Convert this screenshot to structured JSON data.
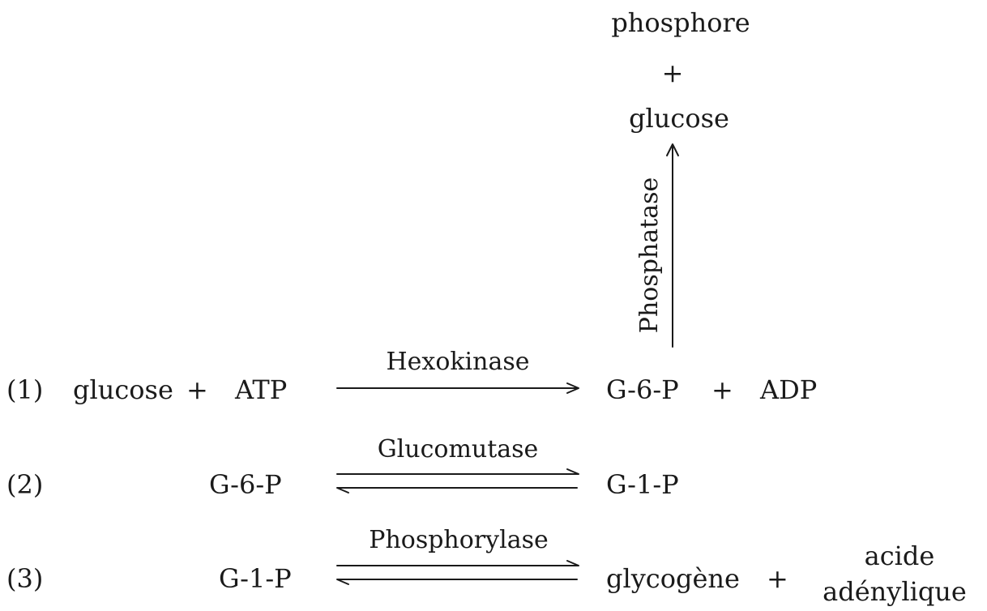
{
  "top": {
    "product_1": "phosphore",
    "plus": "+",
    "product_2": "glucose",
    "enzyme": "Phosphatase"
  },
  "reactions": [
    {
      "number": "(1)",
      "left_a": "glucose",
      "plus_left": "+",
      "left_b": "ATP",
      "enzyme": "Hexokinase",
      "right_a": "G-6-P",
      "plus_right": "+",
      "right_b": "ADP"
    },
    {
      "number": "(2)",
      "left": "G-6-P",
      "enzyme": "Glucomutase",
      "right": "G-1-P"
    },
    {
      "number": "(3)",
      "left": "G-1-P",
      "enzyme": "Phosphorylase",
      "right": "glycogène",
      "plus_right": "+",
      "right_b_line1": "acide",
      "right_b_line2": "adénylique"
    }
  ]
}
